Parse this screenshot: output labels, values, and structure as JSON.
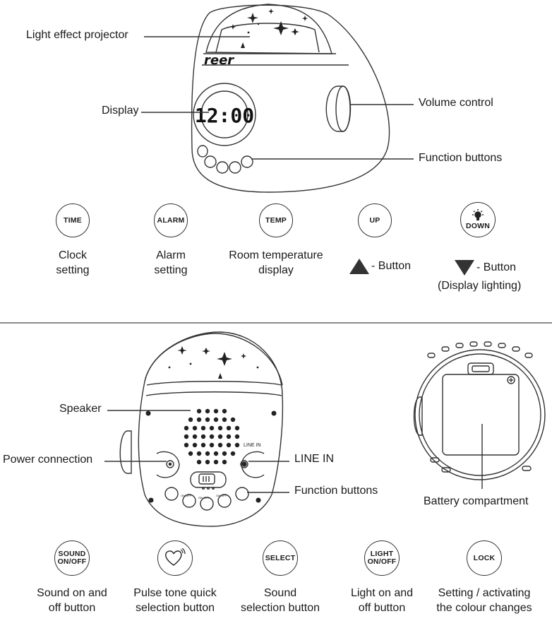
{
  "top": {
    "callouts": {
      "projector": "Light effect projector",
      "display": "Display",
      "volume": "Volume control",
      "function_buttons": "Function buttons"
    },
    "logo": "reer",
    "clock_readout": "12:00",
    "buttons": [
      {
        "label": "TIME",
        "caption": [
          "Clock",
          "setting"
        ]
      },
      {
        "label": "ALARM",
        "caption": [
          "Alarm",
          "setting"
        ]
      },
      {
        "label": "TEMP",
        "caption": [
          "Room temperature",
          "display"
        ]
      },
      {
        "label": "UP",
        "caption": [
          "- Button"
        ],
        "symbol": "triangle-up"
      },
      {
        "label": "DOWN",
        "caption": [
          "- Button",
          "(Display lighting)"
        ],
        "symbol": "triangle-down",
        "icon": "lightbulb-icon"
      }
    ]
  },
  "bottom": {
    "callouts": {
      "speaker": "Speaker",
      "power": "Power connection",
      "line_in": "LINE IN",
      "function_buttons": "Function buttons",
      "battery": "Battery compartment"
    },
    "device_text": {
      "line_in_mark": "LINE IN",
      "button_marks": [
        "ON/OFF",
        "SELECT",
        "ON/OFF"
      ]
    },
    "buttons": [
      {
        "label": [
          "SOUND",
          "ON/OFF"
        ],
        "caption": [
          "Sound on and",
          "off button"
        ]
      },
      {
        "label": [],
        "icon": "heart-icon",
        "caption": [
          "Pulse tone quick",
          "selection button"
        ]
      },
      {
        "label": [
          "SELECT"
        ],
        "caption": [
          "Sound",
          "selection button"
        ]
      },
      {
        "label": [
          "LIGHT",
          "ON/OFF"
        ],
        "caption": [
          "Light on and",
          "off button"
        ]
      },
      {
        "label": [
          "LOCK"
        ],
        "caption": [
          "Setting / activating",
          "the colour changes"
        ]
      }
    ]
  }
}
